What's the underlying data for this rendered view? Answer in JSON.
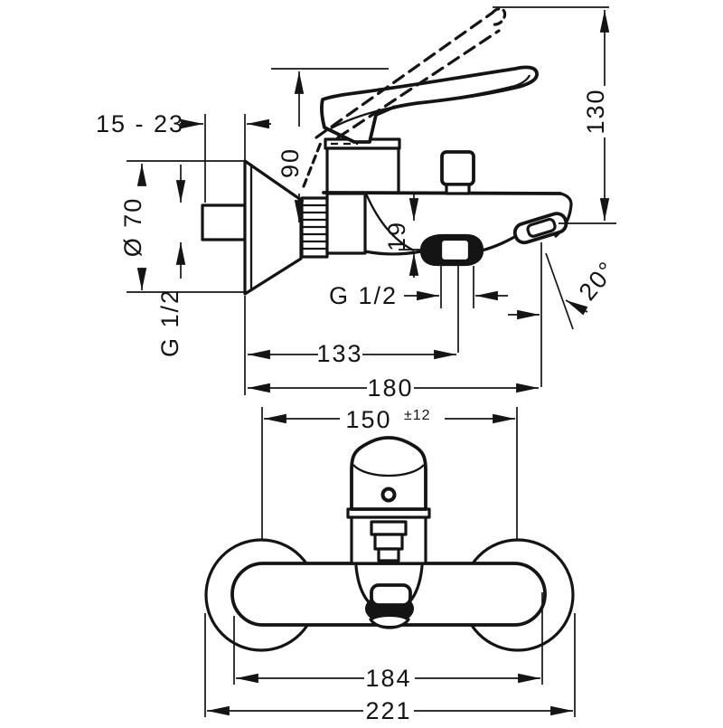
{
  "page": {
    "background_color": "#ffffff",
    "line_color": "#141414",
    "description": "Technical dimension drawing of a wall-mounted single-lever bath mixer tap, side view above and front view below"
  },
  "side_view": {
    "wall_distance": "15 - 23",
    "escutcheon_diameter": "Ø 70",
    "wall_thread": "G 1/2",
    "lever_height": "90",
    "height_to_outlet": "130",
    "outlet_drop": "19",
    "shower_outlet_thread": "G 1/2",
    "spout_angle": "20°",
    "wall_to_outlet_center": "133",
    "spout_projection": "180"
  },
  "front_view": {
    "connection_centers": "150",
    "connection_tolerance": "±12",
    "body_width": "184",
    "overall_width": "221"
  }
}
